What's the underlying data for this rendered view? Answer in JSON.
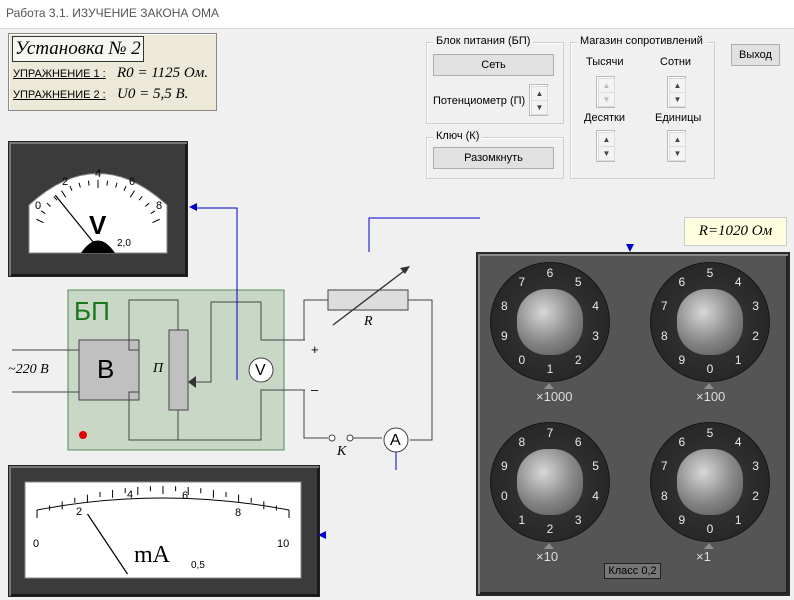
{
  "window": {
    "title": "Работа 3.1. ИЗУЧЕНИЕ ЗАКОНА ОМА"
  },
  "setup": {
    "title": "Установка № 2",
    "ex1_label": "УПРАЖНЕНИЕ 1 :",
    "ex1_value": "R0 = 1125 Ом.",
    "ex2_label": "УПРАЖНЕНИЕ 2 :",
    "ex2_value": "U0 = 5,5 В."
  },
  "power": {
    "title": "Блок питания (БП)",
    "mains_button": "Сеть",
    "pot_label": "Потенциометр (П)"
  },
  "key": {
    "title": "Ключ (К)",
    "button": "Разомкнуть"
  },
  "store": {
    "title": "Магазин сопротивлений",
    "thousands": "Тысячи",
    "hundreds": "Сотни",
    "tens": "Десятки",
    "units": "Единицы"
  },
  "exit_button": "Выход",
  "voltmeter": {
    "ticks": [
      "0",
      "2",
      "4",
      "6",
      "8"
    ],
    "unit": "V",
    "class": "2,0",
    "reading": 1.6,
    "max": 8
  },
  "ammeter": {
    "ticks": [
      "0",
      "2",
      "4",
      "6",
      "8",
      "10"
    ],
    "unit": "mA",
    "class": "0,5",
    "reading": 2.4,
    "max": 10
  },
  "circuit": {
    "bp": "БП",
    "b_block": "В",
    "mains": "~220 В",
    "pot": "П",
    "rheostat": "R",
    "key": "К",
    "voltmeter_symbol": "V",
    "ammeter_symbol": "A",
    "plus": "+",
    "minus": "–"
  },
  "resistance": {
    "prefix": "R",
    "value": "=1020 Ом"
  },
  "decades": [
    {
      "digits": [
        "0",
        "1",
        "2",
        "3",
        "4",
        "5",
        "6",
        "7",
        "8",
        "9"
      ],
      "selected": "1",
      "multiplier": "×1000"
    },
    {
      "digits": [
        "0",
        "1",
        "2",
        "3",
        "4",
        "5",
        "6",
        "7",
        "8",
        "9"
      ],
      "selected": "0",
      "multiplier": "×100"
    },
    {
      "digits": [
        "0",
        "1",
        "2",
        "3",
        "4",
        "5",
        "6",
        "7",
        "8",
        "9"
      ],
      "selected": "2",
      "multiplier": "×10"
    },
    {
      "digits": [
        "0",
        "1",
        "2",
        "3",
        "4",
        "5",
        "6",
        "7",
        "8",
        "9"
      ],
      "selected": "0",
      "multiplier": "×1"
    }
  ],
  "class_label": "Класс 0,2"
}
